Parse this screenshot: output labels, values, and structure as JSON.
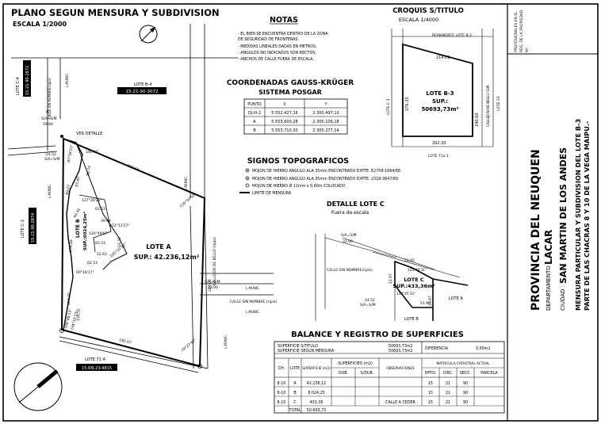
{
  "header": {
    "title": "PLANO SEGUN MENSURA Y SUBDIVISION",
    "scale": "ESCALA 1/2000"
  },
  "plan": {
    "lote_a_label": "LOTE A",
    "lote_a_sup": "SUP.: 42.236,12m²",
    "lote_b_label": "LOTE B",
    "lote_b_sup": "SUP.:6024,25m²",
    "lote_b4_label": "LOTE B-4",
    "lote_b4_code": "15-21-90-3072",
    "lote_c4_label": "LOTE C-4",
    "lote_c4_code": "15-21-90-2872",
    "lote_c3_label": "LOTE C-3",
    "lote_c3_code": "15-21-90-2874",
    "lote_71a_label": "LOTE 71 A",
    "lote_71a_code": "15-RN-23-4815",
    "ver_detalle": "VER DETALLE",
    "calle_sin_nombre": "CALLE SIN NOMBRE(ripio)",
    "calle_sin_nombre_2": "CALLE SIN NOMBRE (ripio)",
    "callejon": "CALLEJON DE BELLO (ripio)",
    "lmunic": "L.MUNIC.",
    "lmunic_2": "L.MUNIC.",
    "lmunic_3": "L.MUNIC.",
    "lmunic_4": "L.MUNIC.",
    "lmunic_5": "L.MUNIC.",
    "lmunic_6": "L.MUNIC.",
    "dims": {
      "d1": "192.77",
      "d2": "140.47",
      "d3": "88.74",
      "d4": "84.07",
      "d5": "83.40",
      "d6": "127°30'20\"",
      "d7": "87°58'23\"",
      "d8": "63.53",
      "d9": "120°49'07\"",
      "d10": "39.94",
      "d11": "60.45",
      "d12": "231°13'27\"",
      "d13": "33.33",
      "d14": "254.04",
      "d15": "81.53",
      "d16": "52.63",
      "d17": "105°10'32\"",
      "d18": "62.53",
      "d19": "90°18'17\"",
      "d20": "134.32",
      "d21": "104.32",
      "d22": "134°10'23\"",
      "d23": "106°48'13\"",
      "d24": "182.67",
      "d25": "79°27'42\"",
      "d26": "240.00",
      "d27": "116°50'50\"",
      "d28": "24.52",
      "d29": "S/A=S/M",
      "d30": "S/A=S/M",
      "d31": "23.00",
      "d32": "19.84",
      "d33": "S/A=S/M",
      "d34": "N"
    }
  },
  "notas": {
    "title": "NOTAS",
    "items": [
      "- EL BIEN SE ENCUENTRA DENTRO DE LA ZONA",
      "  DE SEGURIDAD DE FRONTERAS.",
      "- MEDIDAS LINEALES DADAS EN METROS.",
      "- ANGULOS NO INDICADOS SON RECTOS.",
      "- ANCHOS DE CALLE FUERA DE ESCALA."
    ]
  },
  "coords": {
    "title": "COORDENADAS GAUSS-KRÜGER",
    "subtitle": "SISTEMA POSGAR",
    "headers": [
      "PUNTO",
      "X",
      "Y"
    ],
    "rows": [
      [
        "DJ-III-2",
        "5.552.427,16",
        "2.300.497,10"
      ],
      [
        "A",
        "5.553.600,28",
        "2.305.106,18"
      ],
      [
        "B",
        "5.553.710,30",
        "2.305.277,14"
      ]
    ]
  },
  "signos": {
    "title": "SIGNOS TOPOGRAFICOS",
    "items": [
      "MOJON DE HIERRO ANGULO ALA 35mm ENCONTRADO EXPTE. E2758-1664/88",
      "MOJON DE HIERRO ANGULO ALA 35mm ENCONTRADO EXPTE. 2318-3647/89",
      "MOJON DE HIERRO Ø 12mm x 0,60m COLOCADO",
      "LIMITE DE MENSURA"
    ]
  },
  "croquis": {
    "title": "CROQUIS S/TITULO",
    "scale": "ESCALA 1/4000",
    "remanente": "REMANENTE LOTE B-2",
    "lote_label": "LOTE B-3",
    "sup_label": "SUP.:",
    "sup_value": "50693,73m²",
    "d1": "214.01",
    "d2": "276.33",
    "d3": "240.00",
    "d4": "202.30",
    "lote_c3": "LOTE C-3",
    "callejon": "CALLEJON DE BELLO SUR",
    "lote_33": "LOTE 33",
    "lote_71a": "LOTE 71a-1"
  },
  "detalle": {
    "title": "DETALLE LOTE C",
    "subtitle": "Fuera de escala",
    "lote_label": "LOTE C",
    "sup": "SUP.:433,36m²",
    "calle": "CALLE SIN NOMBRE(ripio)",
    "lote_a": "LOTE A",
    "lote_b": "LOTE B",
    "d1": "21.85",
    "d2": "134°48'31\"",
    "d3": "21.97",
    "d4": "113°45'33\"",
    "d5": "21.96",
    "d6": "21.87",
    "d7": "24.52",
    "d8": "S/A=S/M",
    "d9": "S/A=S/M",
    "d10": "32.00"
  },
  "balance": {
    "title": "BALANCE Y REGISTRO DE SUPERFICIES",
    "sup_titulo_label": "SUPERFICIE S/TITULO",
    "sup_titulo_value": "50693,73m2",
    "sup_mensura_label": "SUPERFICIE SEGUN MENSURA",
    "sup_mensura_value": "50693,73m2",
    "diferencia_label": "DIFERENCIA",
    "diferencia_value": "0,00m2",
    "col_headers": {
      "ch": "CH.",
      "lote": "LOTE",
      "superficie": "SUPERFICIE (m2)",
      "superficies": "SUPERFICIES (m2)",
      "dub": "DUB.",
      "sdub": "S/DUB.",
      "obs": "OBSERVACIONES",
      "matricula": "MATRICULA CATASTRAL ACTUAL",
      "dpto": "DPTO.",
      "circ": "CIRC.",
      "secc": "SECC.",
      "parcela": "PARCELA"
    },
    "rows": [
      {
        "ch": "8-10",
        "lote": "A",
        "sup": "42.236,12",
        "obs": "",
        "dpto": "15",
        "circ": "21",
        "secc": "90"
      },
      {
        "ch": "8-10",
        "lote": "B",
        "sup": "8.024,25",
        "obs": "",
        "dpto": "15",
        "circ": "21",
        "secc": "90"
      },
      {
        "ch": "8-10",
        "lote": "C",
        "sup": "433,36",
        "obs": "CALLE A CEDER",
        "dpto": "15",
        "circ": "21",
        "secc": "90"
      }
    ],
    "total_label": "TOTAL",
    "total_value": "50.693,73"
  },
  "sidebar": {
    "stamp": "PROFESIONALES EN EL",
    "stamp2": "REG. DE LA PROPIEDAD",
    "stamp3": "Nº",
    "provincia": "PROVINCIA DEL NEUQUEN",
    "depto_label": "DEPARTAMENTO :",
    "depto_value": "LACAR",
    "ciudad_label": "CIUDAD :",
    "ciudad_value": "SAN MARTIN DE LOS ANDES",
    "mensura": "MENSURA PARTICULAR Y SUBDIVISION DEL LOTE B-3",
    "mensura2": "PARTE DE LAS CHACRAS 8 Y 10 DE LA VEGA MAIPU.-"
  }
}
